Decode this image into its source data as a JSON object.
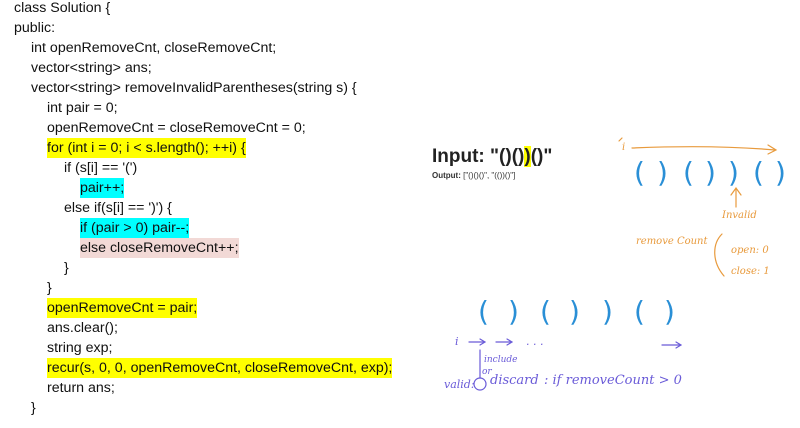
{
  "code": {
    "lines": [
      "class Solution {",
      "public:",
      "int openRemoveCnt, closeRemoveCnt;",
      "vector<string> ans;",
      "vector<string> removeInvalidParentheses(string s) {",
      "int pair = 0;",
      "openRemoveCnt = closeRemoveCnt = 0;",
      "for (int i = 0; i < s.length(); ++i) {",
      "if (s[i] == '(')",
      "pair++;",
      "else if(s[i] == ')') {",
      "if (pair > 0) pair--;",
      "else closeRemoveCnt++;",
      "}",
      "}",
      "openRemoveCnt = pair;",
      "ans.clear();",
      "string exp;",
      "recur(s, 0, 0, openRemoveCnt, closeRemoveCnt, exp);",
      "return ans;",
      "}"
    ]
  },
  "example": {
    "input_label": "Input: ",
    "input_pre": "\"()()",
    "input_hi": ")",
    "input_post": "()\"",
    "output_label": "Output:",
    "output_value": " [\"()()()\", \"(())()\"]"
  },
  "notes": {
    "i_label": "i",
    "parens_top": [
      "(",
      ")",
      "(",
      ")",
      ")",
      "(",
      ")"
    ],
    "invalid_label": "Invalid",
    "remove_count_label": "remove Count",
    "open_label": "open: 0",
    "close_label": "close: 1",
    "parens_bottom": [
      "(",
      ")",
      "(",
      ")",
      ")",
      "(",
      ")"
    ],
    "i_label_bottom": "i",
    "dots": ". . .",
    "include_label": "include",
    "or_label": "or",
    "discard_label": "discard",
    "condition_label": ": if removeCount > 0",
    "valid_label": "valid:",
    "colors": {
      "yellow": "#ffff00",
      "cyan": "#00ffff",
      "pink": "#f2d9d6",
      "blue_ink": "#2a8fd6",
      "orange_ink": "#e89a3c",
      "purple_ink": "#6a5bd8"
    }
  }
}
